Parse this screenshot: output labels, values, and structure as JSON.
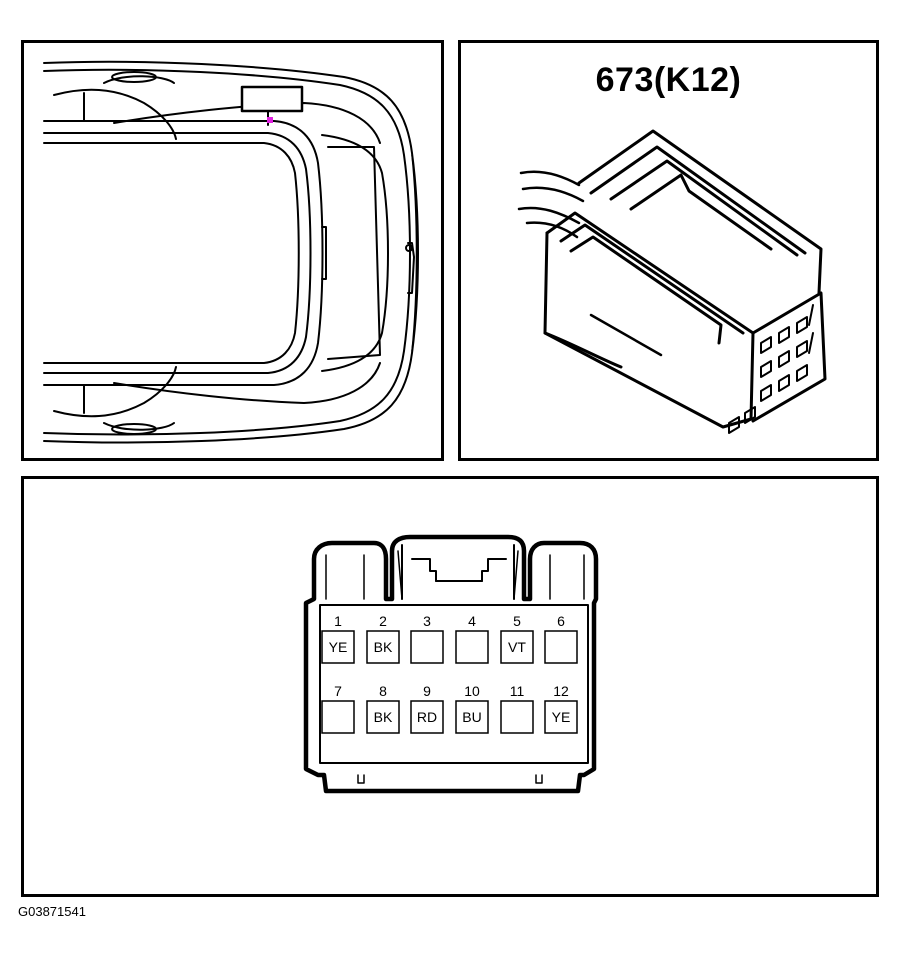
{
  "connector": {
    "title": "673(K12)"
  },
  "pins": [
    {
      "num": "1",
      "code": "YE"
    },
    {
      "num": "2",
      "code": "BK"
    },
    {
      "num": "3",
      "code": ""
    },
    {
      "num": "4",
      "code": ""
    },
    {
      "num": "5",
      "code": "VT"
    },
    {
      "num": "6",
      "code": ""
    },
    {
      "num": "7",
      "code": ""
    },
    {
      "num": "8",
      "code": "BK"
    },
    {
      "num": "9",
      "code": "RD"
    },
    {
      "num": "10",
      "code": "BU"
    },
    {
      "num": "11",
      "code": ""
    },
    {
      "num": "12",
      "code": "YE"
    }
  ],
  "figure_code": "G03871541",
  "colors": {
    "location_marker": "#e020e0",
    "line": "#000000"
  }
}
